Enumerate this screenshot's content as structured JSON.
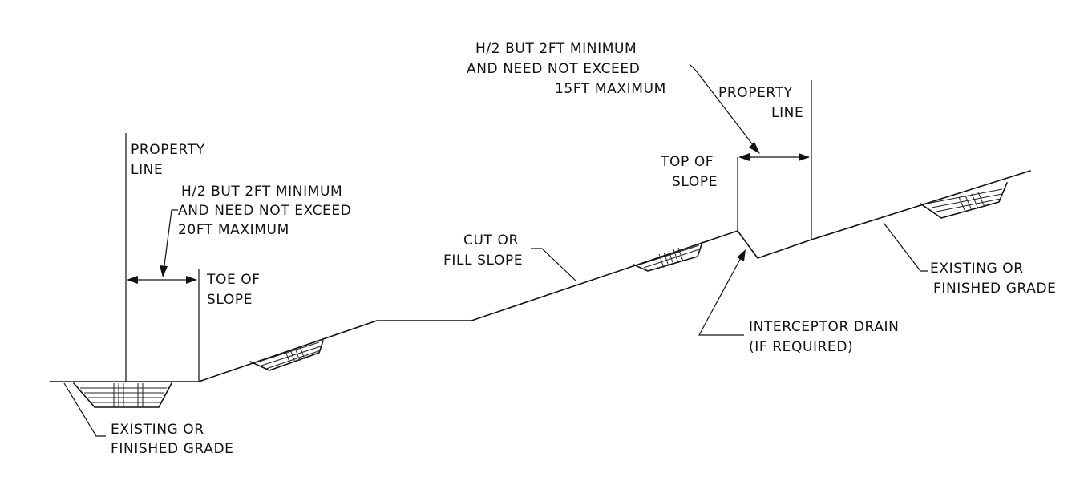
{
  "labels": {
    "property_line_left": [
      "PROPERTY",
      "LINE"
    ],
    "setback_left": [
      "H/2 BUT 2FT MINIMUM",
      "AND NEED NOT EXCEED",
      "20FT MAXIMUM"
    ],
    "toe_of_slope": [
      "TOE OF",
      "SLOPE"
    ],
    "existing_grade_left": [
      "EXISTING OR",
      "FINISHED GRADE"
    ],
    "cut_or_fill_slope": [
      "CUT OR",
      "FILL SLOPE"
    ],
    "setback_right": [
      "H/2 BUT 2FT MINIMUM",
      "AND NEED NOT EXCEED",
      "15FT MAXIMUM"
    ],
    "property_line_right": [
      "PROPERTY",
      "LINE"
    ],
    "top_of_slope": [
      "TOP OF",
      "SLOPE"
    ],
    "existing_grade_right": [
      "EXISTING OR",
      "FINISHED GRADE"
    ],
    "interceptor_drain": [
      "INTERCEPTOR DRAIN",
      "(IF REQUIRED)"
    ]
  },
  "colors": {
    "ink": "#111111",
    "paper": "#ffffff"
  }
}
